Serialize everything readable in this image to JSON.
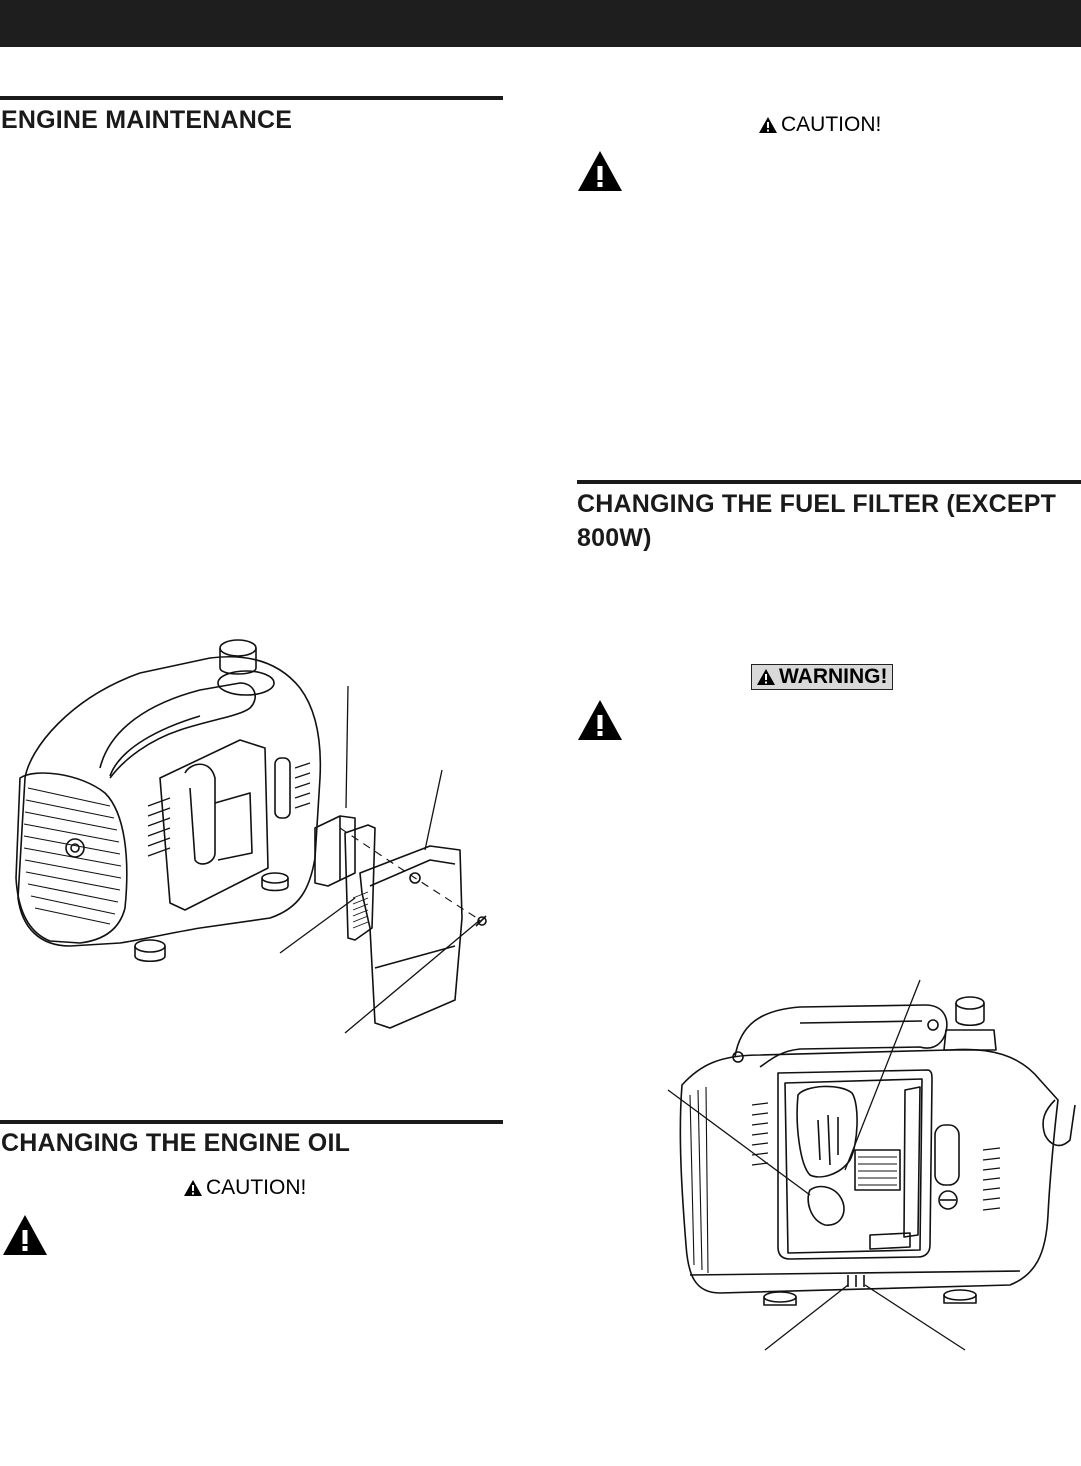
{
  "sections": {
    "engine_maintenance": {
      "title": "ENGINE MAINTENANCE"
    },
    "changing_engine_oil": {
      "title": "CHANGING THE ENGINE OIL",
      "caution_label": "CAUTION!"
    },
    "top_right": {
      "caution_label": "CAUTION!"
    },
    "fuel_filter": {
      "title_line1": "CHANGING THE FUEL FILTER (EXCEPT",
      "title_line2": "800W)",
      "warning_label": "WARNING!"
    }
  },
  "icons": {
    "alert": "warning-triangle-icon"
  }
}
